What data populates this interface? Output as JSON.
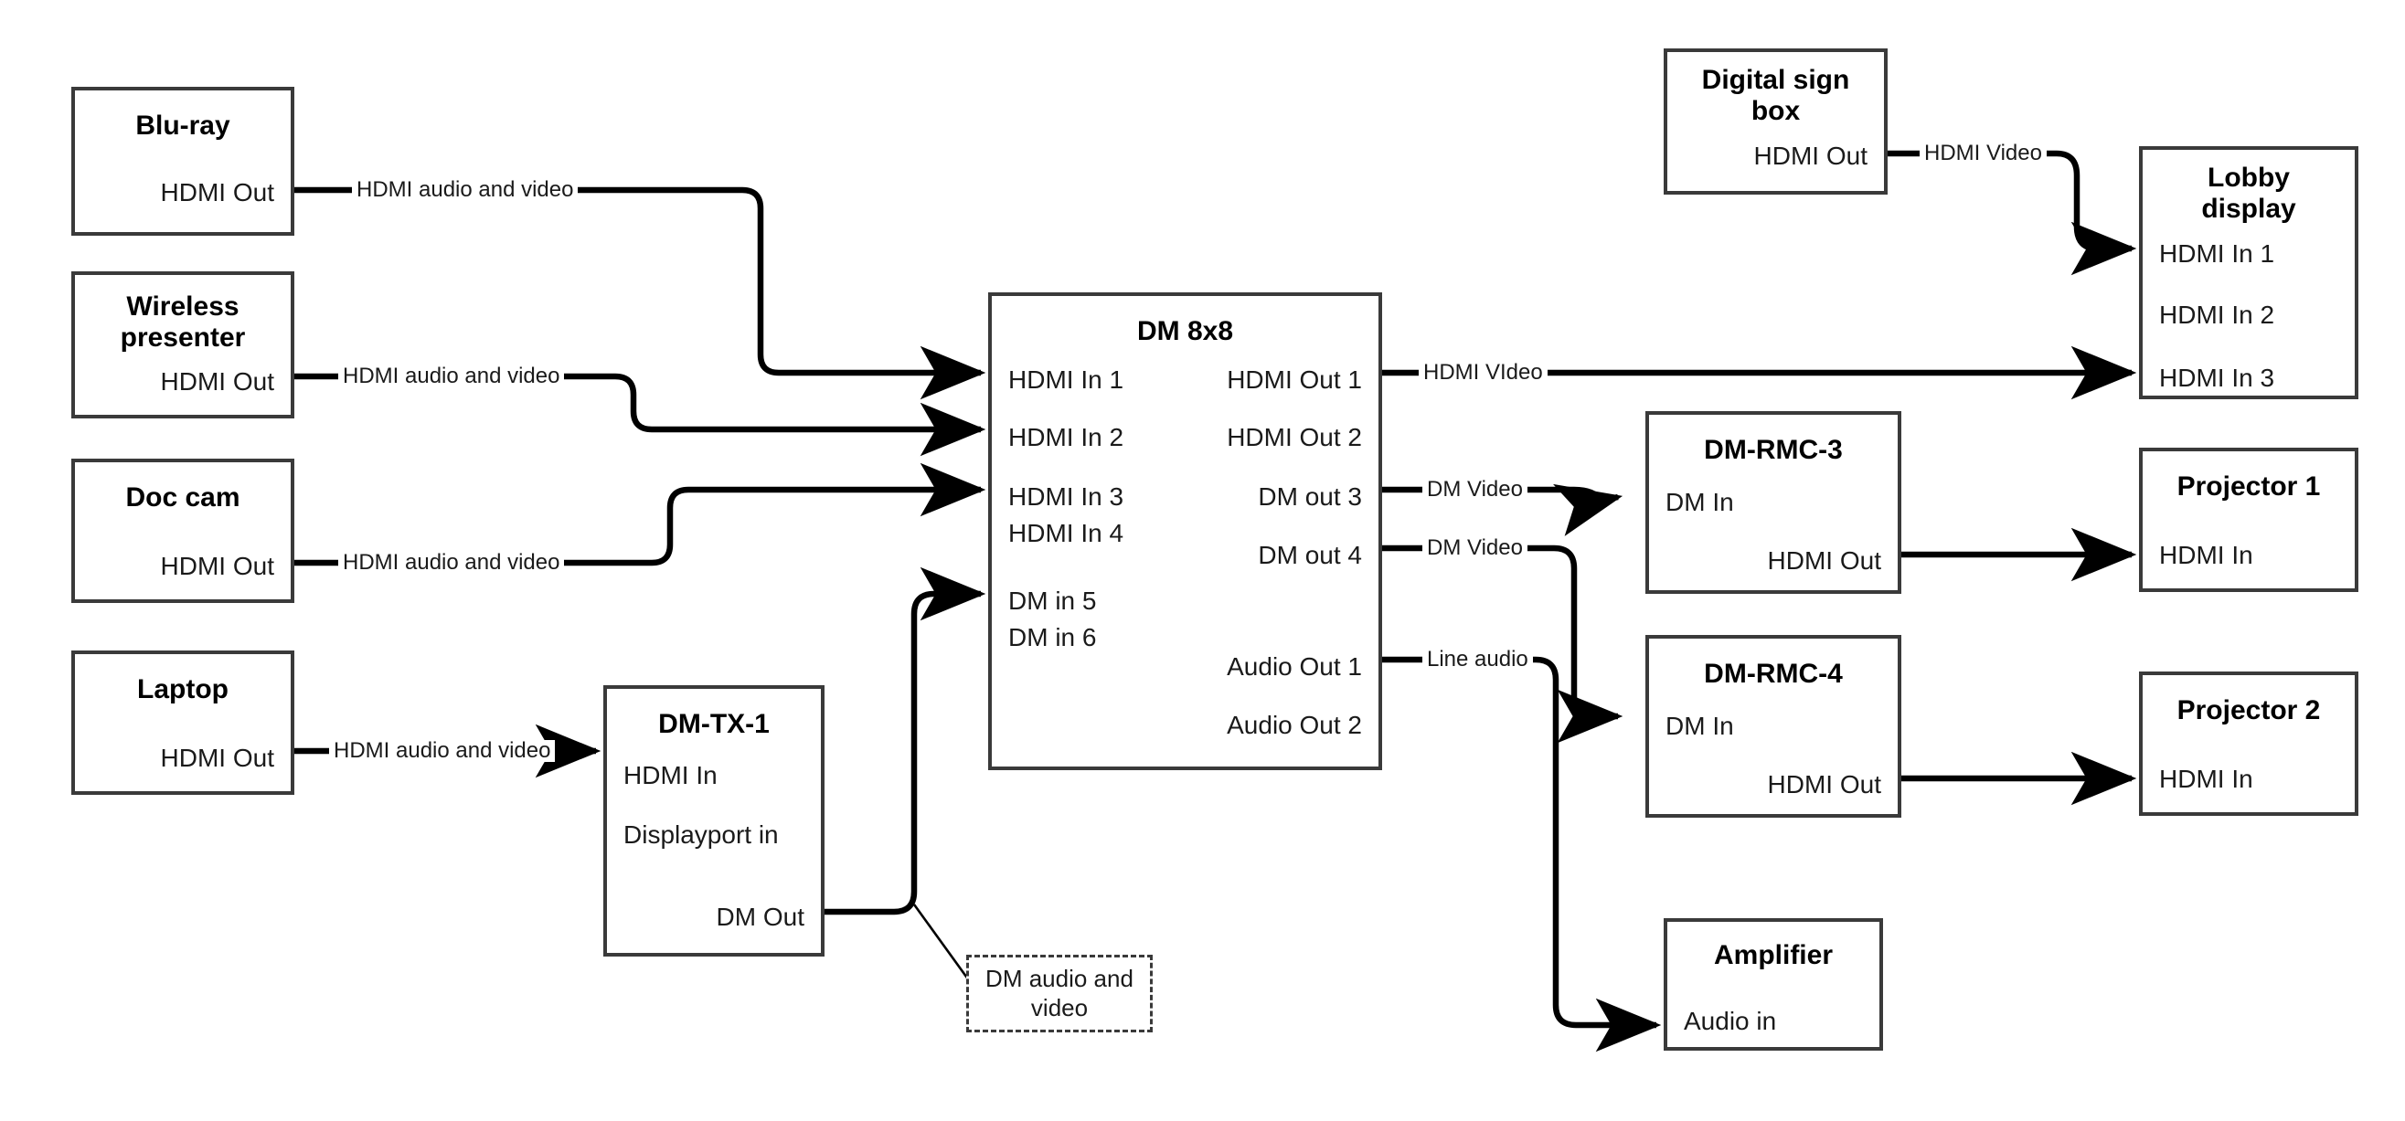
{
  "diagram": {
    "title": "AV signal flow diagram",
    "stroke_color": "#3a3a3a",
    "wire_color": "#000000",
    "text_color": "#1a1a1a",
    "background": "#ffffff"
  },
  "nodes": {
    "bluray": {
      "title": "Blu-ray",
      "ports": {
        "hdmi_out": "HDMI Out"
      }
    },
    "wireless": {
      "title": "Wireless\npresenter",
      "ports": {
        "hdmi_out": "HDMI Out"
      }
    },
    "doccam": {
      "title": "Doc cam",
      "ports": {
        "hdmi_out": "HDMI Out"
      }
    },
    "laptop": {
      "title": "Laptop",
      "ports": {
        "hdmi_out": "HDMI Out"
      }
    },
    "dmtx1": {
      "title": "DM-TX-1",
      "ports": {
        "hdmi_in": "HDMI In",
        "displayport_in": "Displayport in",
        "dm_out": "DM Out"
      }
    },
    "dm8x8": {
      "title": "DM 8x8",
      "inputs": [
        "HDMI In 1",
        "HDMI In 2",
        "HDMI In 3",
        "HDMI In 4",
        "DM in 5",
        "DM in 6"
      ],
      "outputs": [
        "HDMI Out 1",
        "HDMI Out 2",
        "DM out 3",
        "DM out 4",
        "Audio Out 1",
        "Audio Out 2"
      ]
    },
    "digitalsign": {
      "title": "Digital sign\nbox",
      "ports": {
        "hdmi_out": "HDMI Out"
      }
    },
    "lobbydisplay": {
      "title": "Lobby\ndisplay",
      "inputs": [
        "HDMI In 1",
        "HDMI In 2",
        "HDMI In 3"
      ]
    },
    "dmrmc3": {
      "title": "DM-RMC-3",
      "ports": {
        "dm_in": "DM In",
        "hdmi_out": "HDMI Out"
      }
    },
    "dmrmc4": {
      "title": "DM-RMC-4",
      "ports": {
        "dm_in": "DM In",
        "hdmi_out": "HDMI Out"
      }
    },
    "projector1": {
      "title": "Projector 1",
      "ports": {
        "hdmi_in": "HDMI In"
      }
    },
    "projector2": {
      "title": "Projector 2",
      "ports": {
        "hdmi_in": "HDMI In"
      }
    },
    "amplifier": {
      "title": "Amplifier",
      "ports": {
        "audio_in": "Audio in"
      }
    }
  },
  "callouts": {
    "dm_audio_video": "DM audio and video"
  },
  "connections": [
    {
      "id": "bluray-to-in1",
      "from": "Blu-ray HDMI Out",
      "to": "DM 8x8 HDMI In 1",
      "label": "HDMI audio and video"
    },
    {
      "id": "wireless-to-in2",
      "from": "Wireless presenter HDMI Out",
      "to": "DM 8x8 HDMI In 2",
      "label": "HDMI audio and video"
    },
    {
      "id": "doccam-to-in3",
      "from": "Doc cam HDMI Out",
      "to": "DM 8x8 HDMI In 3",
      "label": "HDMI audio and video"
    },
    {
      "id": "laptop-to-dmtx1",
      "from": "Laptop HDMI Out",
      "to": "DM-TX-1 HDMI In",
      "label": "HDMI audio and video"
    },
    {
      "id": "dmtx1-to-dmin5",
      "from": "DM-TX-1 DM Out",
      "to": "DM 8x8 DM in 5",
      "label": "DM audio and video"
    },
    {
      "id": "sign-to-lobby1",
      "from": "Digital sign box HDMI Out",
      "to": "Lobby display HDMI In 1",
      "label": "HDMI Video"
    },
    {
      "id": "hdmiout1-to-lobby3",
      "from": "DM 8x8 HDMI Out 1",
      "to": "Lobby display HDMI In 3",
      "label": "HDMI VIdeo"
    },
    {
      "id": "dmout3-to-rmc3",
      "from": "DM 8x8 DM out 3",
      "to": "DM-RMC-3 DM In",
      "label": "DM Video"
    },
    {
      "id": "dmout4-to-rmc4",
      "from": "DM 8x8 DM out 4",
      "to": "DM-RMC-4 DM In",
      "label": "DM Video"
    },
    {
      "id": "rmc3-to-proj1",
      "from": "DM-RMC-3 HDMI Out",
      "to": "Projector 1 HDMI In",
      "label": ""
    },
    {
      "id": "rmc4-to-proj2",
      "from": "DM-RMC-4 HDMI Out",
      "to": "Projector 2 HDMI In",
      "label": ""
    },
    {
      "id": "audioout1-to-amp",
      "from": "DM 8x8 Audio Out 1",
      "to": "Amplifier Audio in",
      "label": "Line audio"
    }
  ],
  "wire_labels": {
    "bluray": "HDMI audio and video",
    "wireless": "HDMI audio and video",
    "doccam": "HDMI audio and video",
    "laptop": "HDMI audio and video",
    "sign": "HDMI Video",
    "hdmiout1": "HDMI VIdeo",
    "dmout3": "DM Video",
    "dmout4": "DM Video",
    "audioout1": "Line audio"
  }
}
